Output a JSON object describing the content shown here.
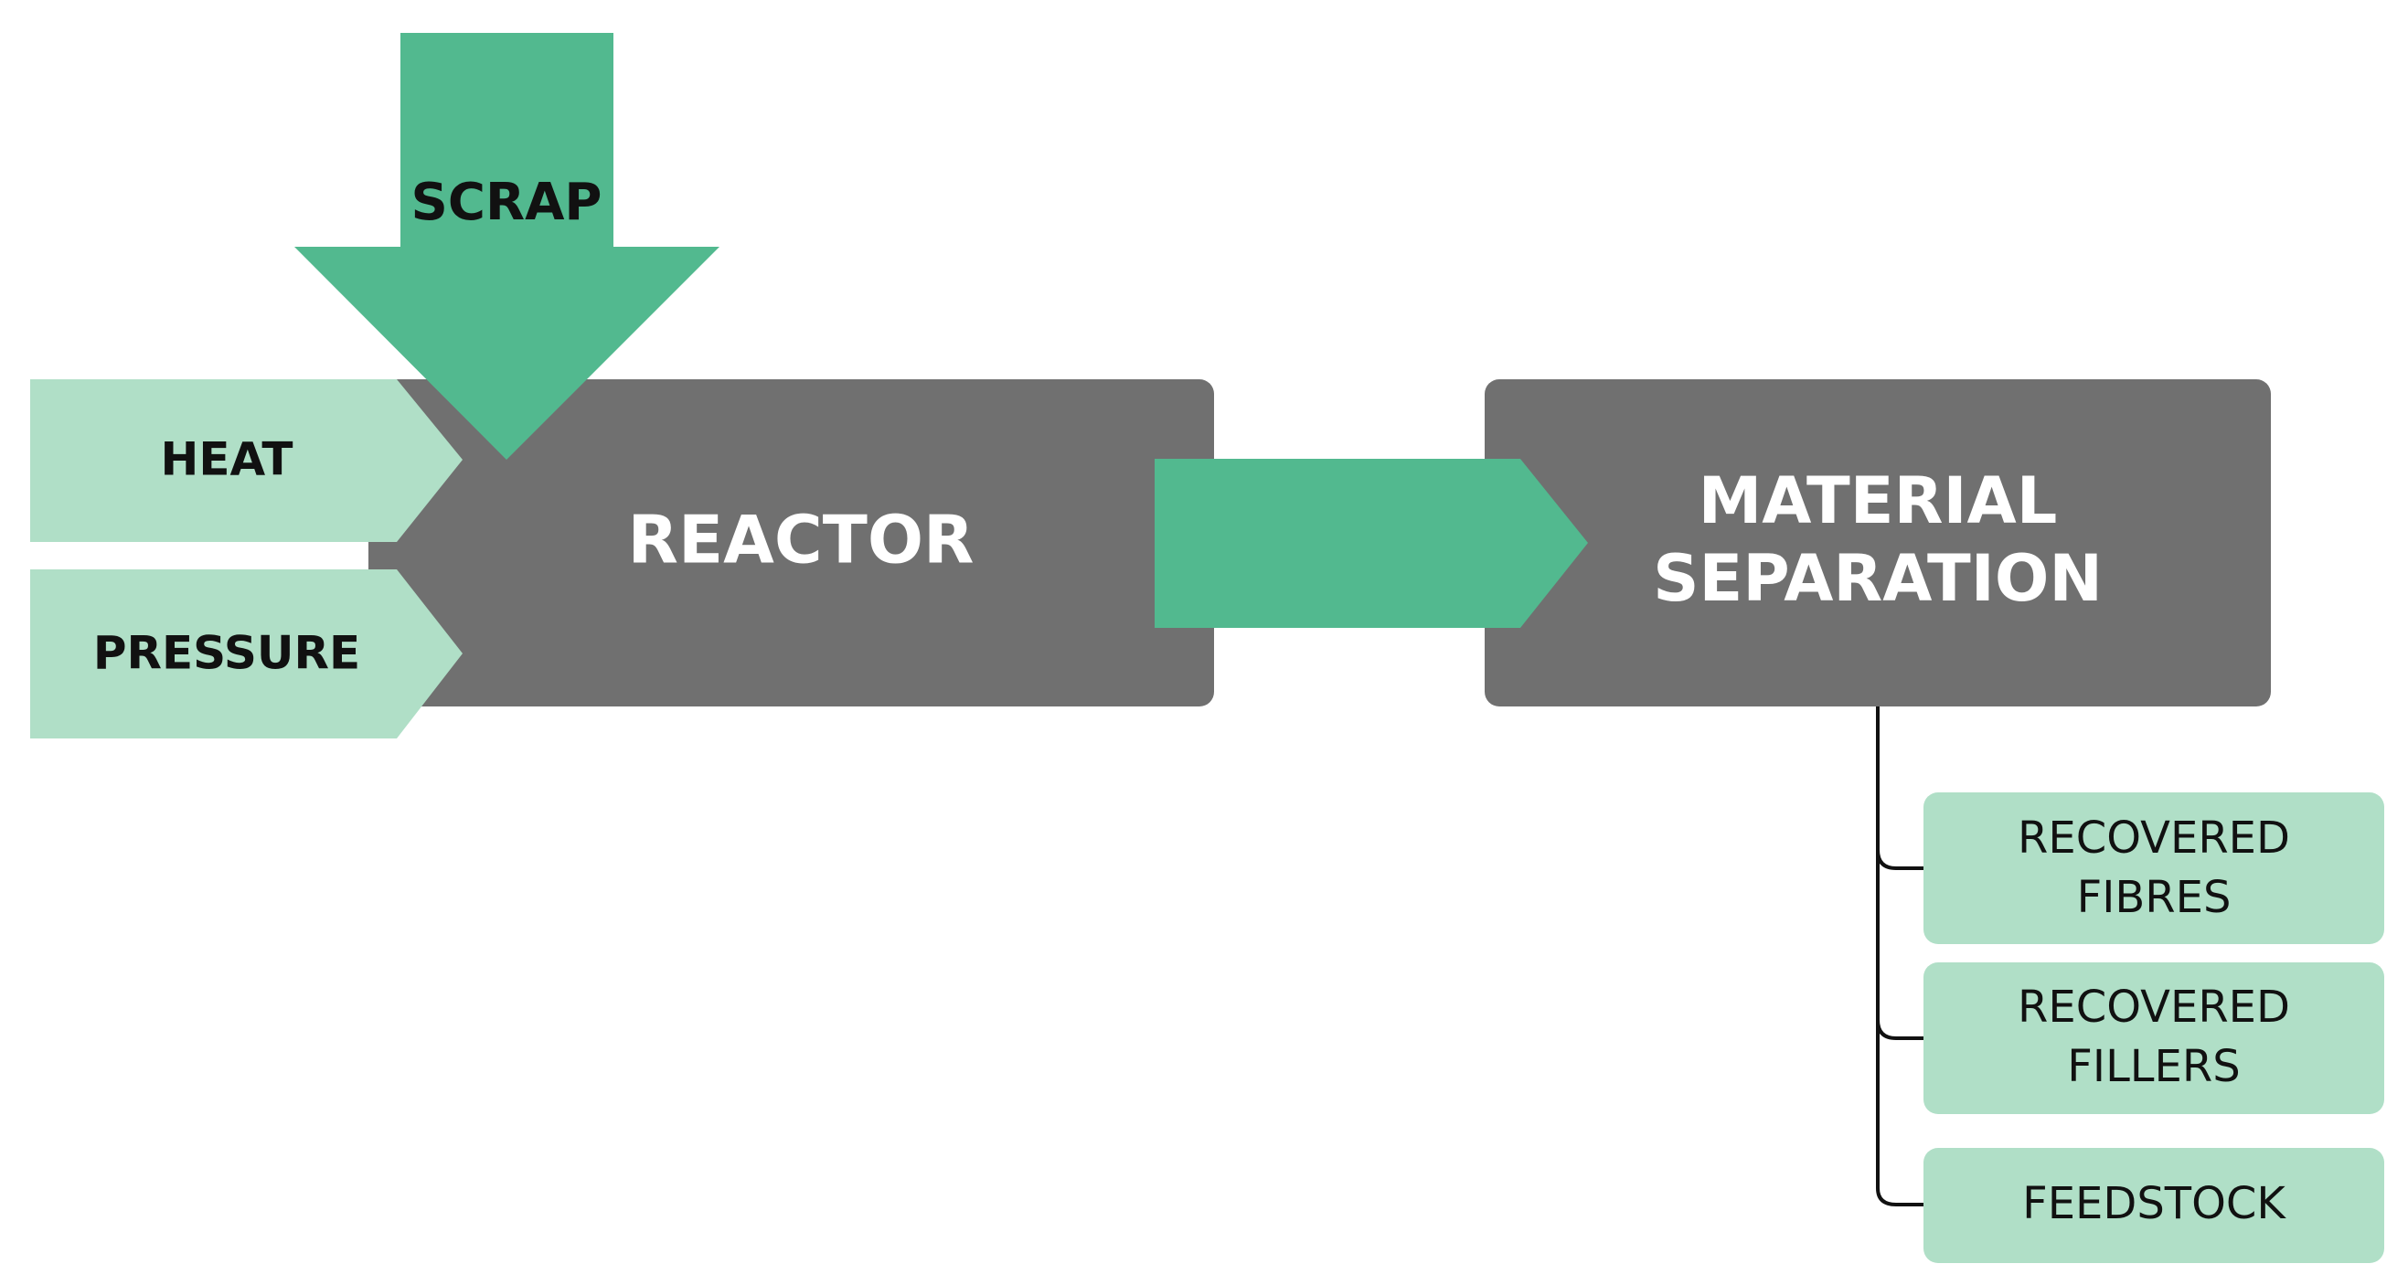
{
  "colors": {
    "box_dark": "#707070",
    "arrow_green": "#52b98f",
    "light_green": "#b0dfc7",
    "text_white": "#ffffff",
    "text_black": "#111111",
    "connector": "#111111"
  },
  "nodes": {
    "scrap": "SCRAP",
    "heat": "HEAT",
    "pressure": "PRESSURE",
    "reactor": "REACTOR",
    "material_separation": {
      "line1": "MATERIAL",
      "line2": "SEPARATION"
    }
  },
  "outputs": {
    "recovered_fibres": {
      "line1": "RECOVERED",
      "line2": "FIBRES"
    },
    "recovered_fillers": {
      "line1": "RECOVERED",
      "line2": "FILLERS"
    },
    "feedstock": "FEEDSTOCK"
  }
}
